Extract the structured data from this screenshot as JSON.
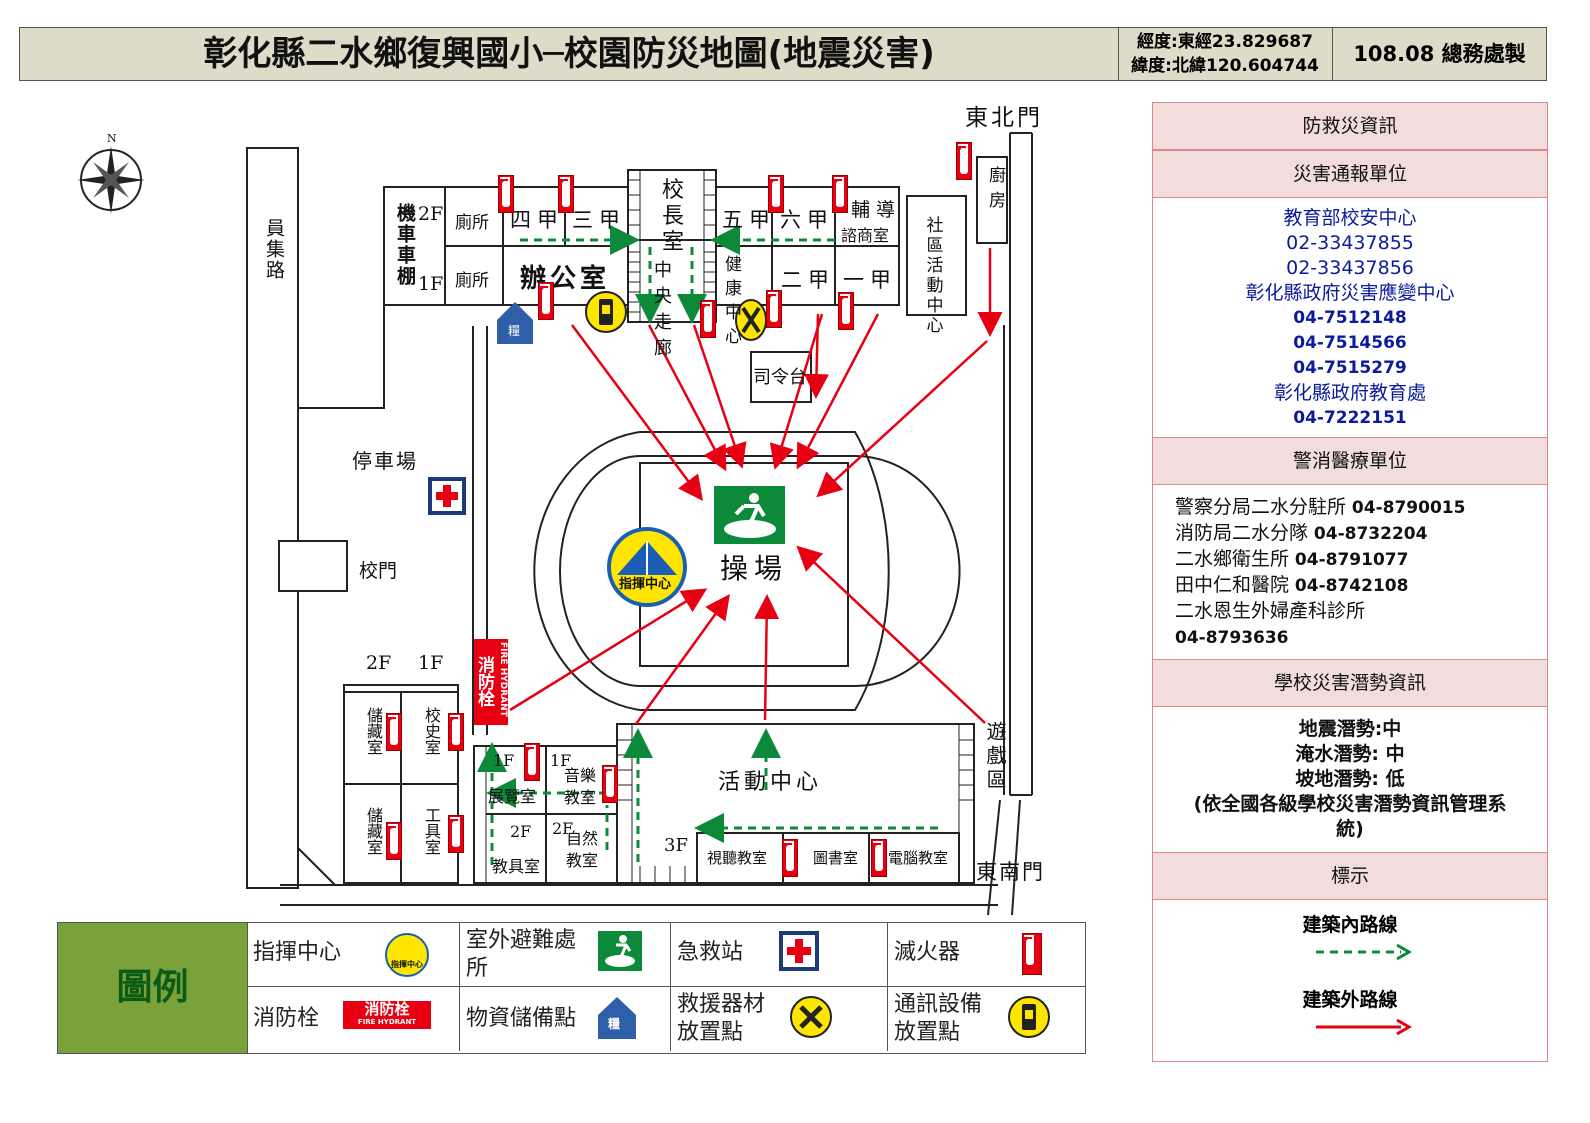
{
  "header": {
    "title": "彰化縣二水鄉復興國小─校園防災地圖(地震災害)",
    "longitude": "經度:東經23.829687",
    "latitude": "緯度:北緯120.604744",
    "maker": "108.08 總務處製"
  },
  "panel": {
    "h1": "防救災資訊",
    "h2": "災害通報單位",
    "report": [
      {
        "text": "教育部校安中心",
        "num": false
      },
      {
        "text": "02-33437855",
        "num": false
      },
      {
        "text": "02-33437856",
        "num": false
      },
      {
        "text": "彰化縣政府災害應變中心",
        "num": false
      },
      {
        "text": "04-7512148",
        "num": true
      },
      {
        "text": "04-7514566",
        "num": true
      },
      {
        "text": "04-7515279",
        "num": true
      },
      {
        "text": "彰化縣政府教育處",
        "num": false
      },
      {
        "text": "04-7222151",
        "num": true
      }
    ],
    "h3": "警消醫療單位",
    "medical": [
      {
        "name": "警察分局二水分駐所",
        "phone": "04-8790015"
      },
      {
        "name": "消防局二水分隊",
        "phone": "04-8732204"
      },
      {
        "name": "二水鄉衛生所",
        "phone": "04-8791077"
      },
      {
        "name": "田中仁和醫院",
        "phone": "04-8742108"
      },
      {
        "name": "二水恩生外婦產科診所",
        "phone": ""
      },
      {
        "name": "",
        "phone": "04-8793636"
      }
    ],
    "h4": "學校災害潛勢資訊",
    "potential": [
      "地震潛勢:中",
      "淹水潛勢: 中",
      "坡地潛勢: 低",
      "(依全國各級學校災害潛勢資訊管理系",
      "統)"
    ],
    "h5": "標示",
    "indoor": "建築內路線",
    "outdoor": "建築外路線"
  },
  "map": {
    "compass": "N",
    "road": "員集路",
    "motorbike": "機車車棚",
    "f2": "2F",
    "f1": "1F",
    "toilet1": "廁所",
    "toilet2": "廁所",
    "c4": "四甲",
    "c3": "三甲",
    "principal": "校長室",
    "c5": "五甲",
    "c6": "六甲",
    "counsel1": "輔導",
    "counsel2": "諮商室",
    "office": "辦公室",
    "corridor": "中央走廊",
    "health": "健康中心",
    "c2": "二甲",
    "c1": "一甲",
    "community": "社區活動中心",
    "kitchen": "廚房",
    "ne_gate": "東北門",
    "podium": "司令台",
    "parking": "停車場",
    "gate": "校門",
    "playground": "操場",
    "command": "指揮中心",
    "hydrant_cn": "消防栓",
    "hydrant_en": "FIRE HYDRANT",
    "storage_2f": "2F",
    "storage_1f": "1F",
    "storage1": "儲藏室",
    "history": "校史室",
    "storage2": "儲藏室",
    "tool": "工具室",
    "exhibit_f": "1F",
    "exhibit": "展覽室",
    "music_f": "1F",
    "music": "音樂教室",
    "tools_f": "2F",
    "tools2": "教具室",
    "nature_f": "2F",
    "nature": "自然教室",
    "activity": "活動中心",
    "f3": "3F",
    "av": "視聽教室",
    "library": "圖書室",
    "computer": "電腦教室",
    "play": "遊戲區",
    "se_gate": "東南門",
    "grain": "糧"
  },
  "legend": {
    "title": "圖例",
    "command": "指揮中心",
    "command_icon": "指揮中心",
    "outdoor_refuge": "室外避難處所",
    "aid": "急救站",
    "extinguisher": "滅火器",
    "hydrant": "消防栓",
    "hydrant_cn": "消防栓",
    "hydrant_en": "FIRE HYDRANT",
    "supply": "物資儲備點",
    "supply_icon": "糧",
    "rescue": "救援器材放置點",
    "comm": "通訊設備放置點"
  },
  "colors": {
    "red": "#e60012",
    "green": "#0c8a3a",
    "blue": "#0b1b9c",
    "legend_green": "#7aa23b"
  }
}
